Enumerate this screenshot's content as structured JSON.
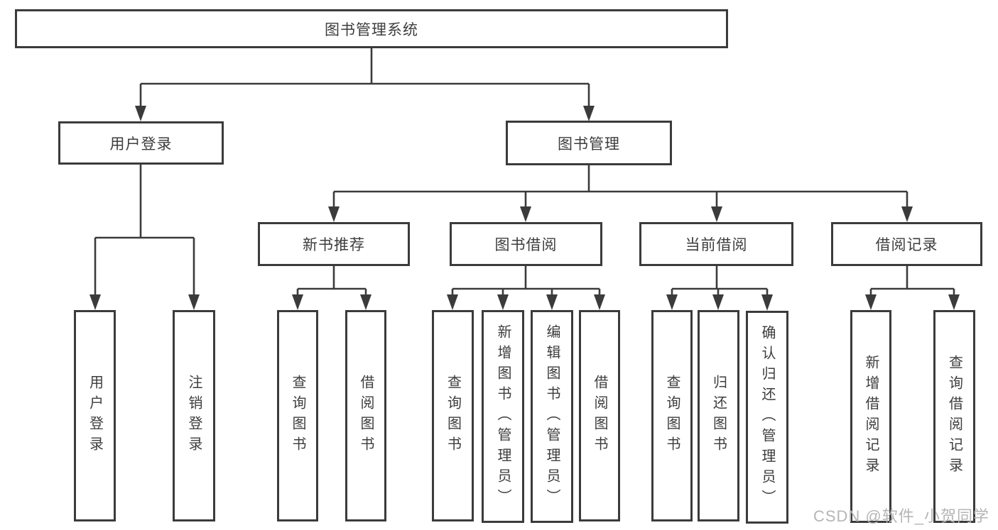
{
  "diagram": {
    "root": {
      "label": "图书管理系统",
      "children": [
        {
          "label": "用户登录",
          "children": [
            {
              "label": "用户登录"
            },
            {
              "label": "注销登录"
            }
          ]
        },
        {
          "label": "图书管理",
          "children": [
            {
              "label": "新书推荐",
              "children": [
                {
                  "label": "查询图书"
                },
                {
                  "label": "借阅图书"
                }
              ]
            },
            {
              "label": "图书借阅",
              "children": [
                {
                  "label": "查询图书"
                },
                {
                  "label": "新增图书（管理员）"
                },
                {
                  "label": "编辑图书（管理员）"
                },
                {
                  "label": "借阅图书"
                }
              ]
            },
            {
              "label": "当前借阅",
              "children": [
                {
                  "label": "查询图书"
                },
                {
                  "label": "归还图书"
                },
                {
                  "label": "确认归还（管理员）"
                }
              ]
            },
            {
              "label": "借阅记录",
              "children": [
                {
                  "label": "新增借阅记录"
                },
                {
                  "label": "查询借阅记录"
                }
              ]
            }
          ]
        }
      ]
    },
    "colors": {
      "line": "#3b3b3b",
      "text": "#3d3d3d",
      "background": "#ffffff",
      "watermark_color": "#b5b5b5"
    }
  },
  "watermark": {
    "text": "CSDN @软件_小贺同学"
  }
}
